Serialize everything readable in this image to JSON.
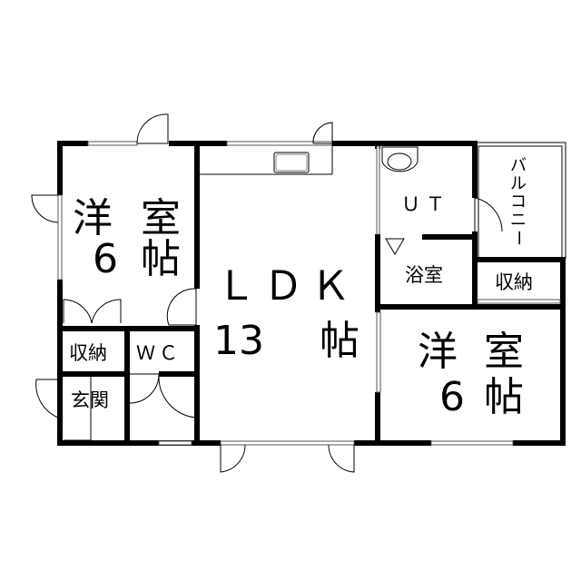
{
  "rooms": {
    "western_left": {
      "name_a": "洋",
      "name_b": "室",
      "size": "6",
      "unit": "帖"
    },
    "ldk": {
      "name": "ＬＤＫ",
      "size": "13",
      "unit": "帖"
    },
    "ut": {
      "name": "ＵＴ"
    },
    "bath": {
      "name": "浴室"
    },
    "balcony": {
      "chars": [
        "バ",
        "ル",
        "コ",
        "ニ",
        "ー"
      ]
    },
    "storage_right": {
      "name": "収納"
    },
    "western_right": {
      "name_a": "洋",
      "name_b": "室",
      "size": "6",
      "unit": "帖"
    },
    "storage_left": {
      "name": "収納"
    },
    "wc": {
      "name": "ＷＣ"
    },
    "entrance": {
      "name": "玄関"
    }
  }
}
